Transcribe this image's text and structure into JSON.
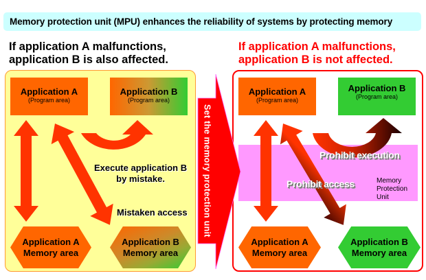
{
  "banner": {
    "text": "Memory protection unit (MPU) enhances the reliability of systems by protecting memory"
  },
  "left": {
    "heading_line1": "If application A malfunctions,",
    "heading_line2": "application B is also affected.",
    "app_a_program": {
      "title": "Application A",
      "subtitle": "(Program area)"
    },
    "app_b_program": {
      "title": "Application B",
      "subtitle": "(Program area)"
    },
    "app_a_memory": {
      "line1": "Application A",
      "line2": "Memory area"
    },
    "app_b_memory": {
      "line1": "Application B",
      "line2": "Memory area"
    },
    "execute_label_line1": "Execute application B",
    "execute_label_line2": "by mistake.",
    "mistaken_access_label": "Mistaken access"
  },
  "center_arrow": {
    "label": "Set the memory protection unit"
  },
  "right": {
    "heading_line1": "If application A malfunctions,",
    "heading_line2": "application B is not affected.",
    "app_a_program": {
      "title": "Application A",
      "subtitle": "(Program area)"
    },
    "app_b_program": {
      "title": "Application B",
      "subtitle": "(Program area)"
    },
    "app_a_memory": {
      "line1": "Application A",
      "line2": "Memory area"
    },
    "app_b_memory": {
      "line1": "Application B",
      "line2": "Memory area"
    },
    "prohibit_execution_label": "Prohibit execution",
    "prohibit_access_label": "Prohibit access",
    "mpu_label_line1": "Memory",
    "mpu_label_line2": "Protection",
    "mpu_label_line3": "Unit"
  },
  "colors": {
    "banner_bg": "#ccffff",
    "left_panel_bg": "#ffff99",
    "right_panel_border": "#ff0000",
    "mpu_band": "#ff99ff",
    "app_a": "#ff6600",
    "app_b": "#33cc33",
    "arrow": "#ff3300",
    "blocked_arrow_end": "#330000",
    "center_arrow": "#ff0000"
  }
}
